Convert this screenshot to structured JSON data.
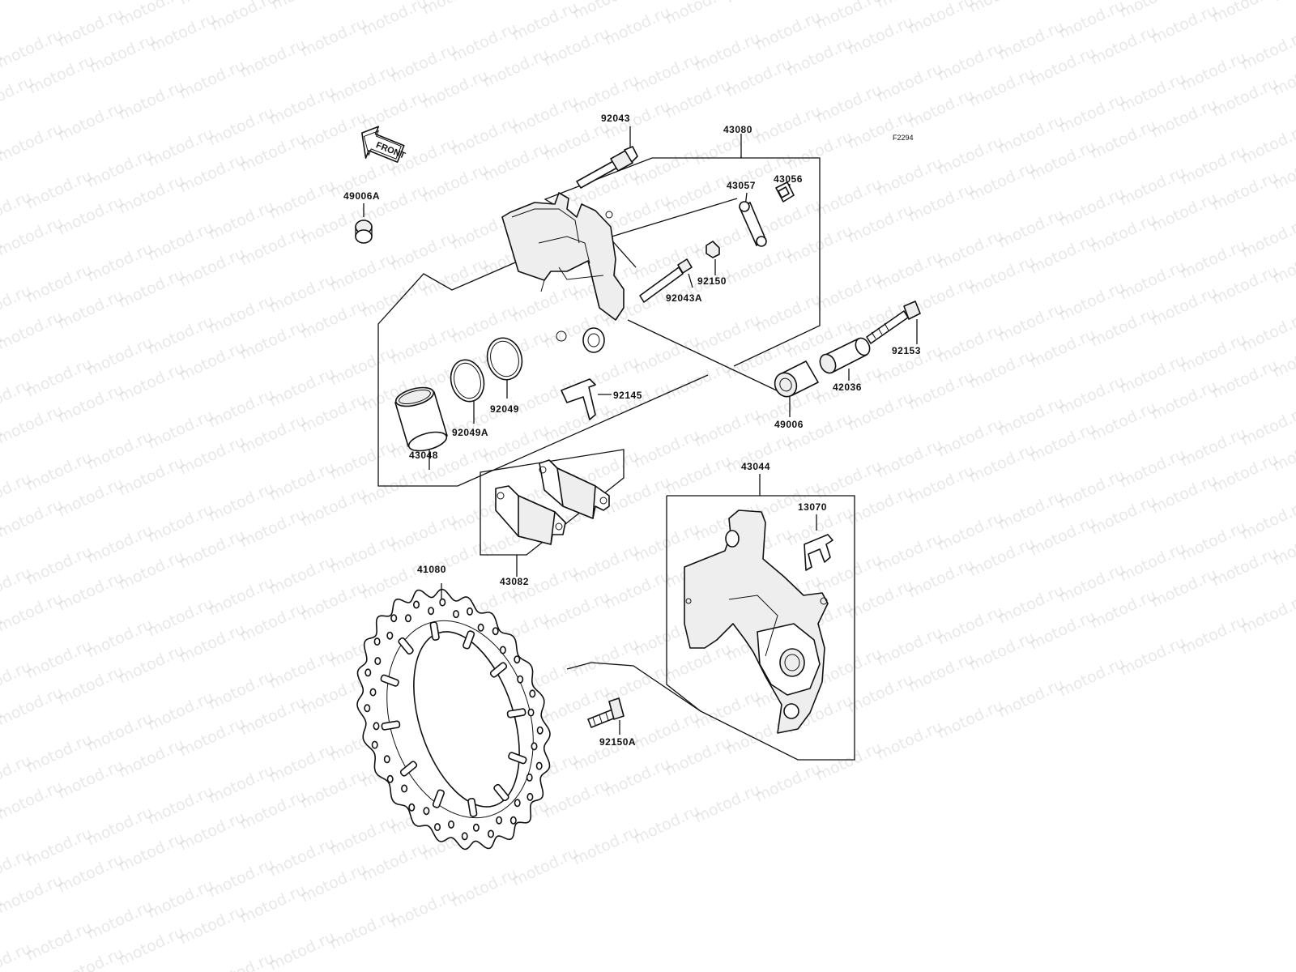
{
  "watermark": {
    "text": "motod.ru"
  },
  "diagram_code": "F2294",
  "front_arrow": {
    "label": "FRONT",
    "icon": "front-direction-arrow-icon"
  },
  "parts": {
    "p92043": "92043",
    "p43080": "43080",
    "p43057": "43057",
    "p43056": "43056",
    "p49006A": "49006A",
    "p92150": "92150",
    "p92043A": "92043A",
    "p92153": "92153",
    "p42036": "42036",
    "p49006": "49006",
    "p92145": "92145",
    "p92049": "92049",
    "p92049A": "92049A",
    "p43048": "43048",
    "p43044": "43044",
    "p13070": "13070",
    "p43082": "43082",
    "p41080": "41080",
    "p92150A": "92150A"
  }
}
